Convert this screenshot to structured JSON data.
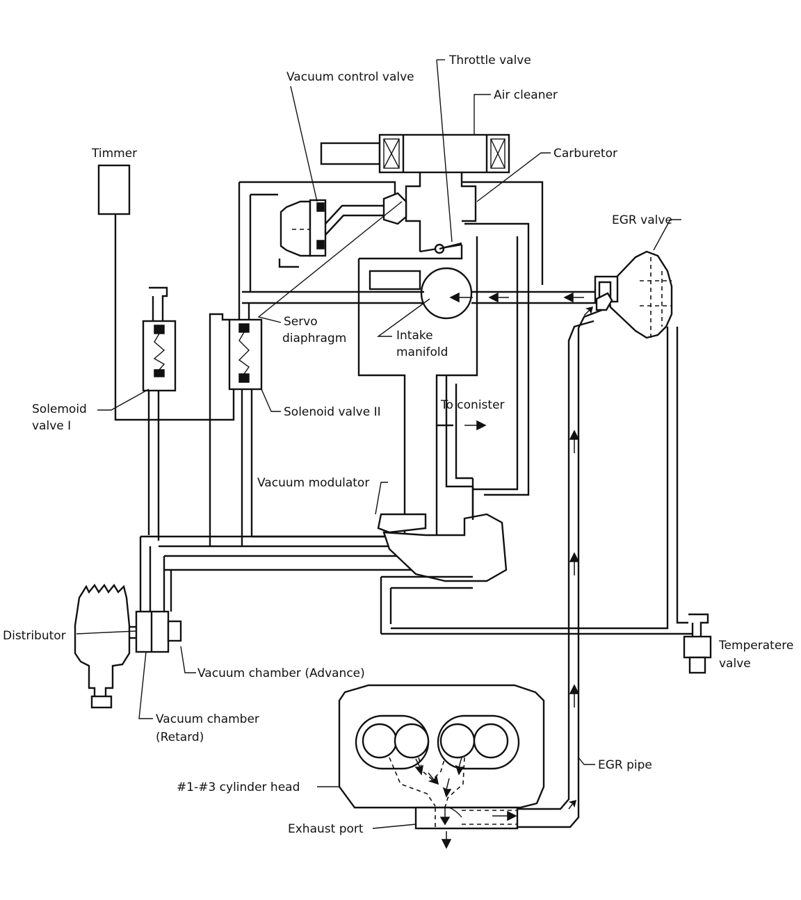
{
  "labels": {
    "throttle_valve": "Throttle valve",
    "vacuum_control_valve": "Vacuum control valve",
    "air_cleaner": "Air cleaner",
    "carburetor": "Carburetor",
    "timmer": "Timmer",
    "egr_valve": "EGR valve",
    "servo_line1": "Servo",
    "servo_line2": "diaphragm",
    "intake_line1": "Intake",
    "intake_line2": "manifold",
    "solenoid_valve_1_line1": "Solemoid",
    "solenoid_valve_1_line2": "valve I",
    "solenoid_valve_2": "Solenoid valve II",
    "to_conister": "To conister",
    "vacuum_modulator": "Vacuum modulator",
    "distributor": "Distributor",
    "vacuum_chamber_advance": "Vacuum chamber (Advance)",
    "temperatere_line1": "Temperatere",
    "temperatere_line2": "valve",
    "vacuum_chamber_retard_line1": "Vacuum chamber",
    "vacuum_chamber_retard_line2": "(Retard)",
    "egr_pipe": "EGR pipe",
    "cylinder_head": "#1-#3 cylinder head",
    "exhaust_port": "Exhaust port"
  }
}
